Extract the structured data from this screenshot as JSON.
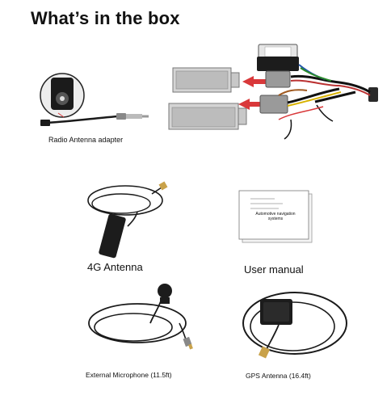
{
  "title": "What’s in the box",
  "items": {
    "radio_adapter": {
      "label": "Radio Antenna adapter"
    },
    "antenna_4g": {
      "label": "4G Antenna"
    },
    "user_manual": {
      "label": "User manual",
      "cover_line1": "Automotive navigation",
      "cover_line2": "systems"
    },
    "microphone": {
      "label": "External Microphone (11.5ft)"
    },
    "gps_antenna": {
      "label": "GPS Antenna (16.4ft)"
    }
  },
  "colors": {
    "arrow": "#d9383a",
    "cable": "#1a1a1a",
    "connector": "#d7d7d7",
    "antenna_tip": "#c9a24a"
  }
}
